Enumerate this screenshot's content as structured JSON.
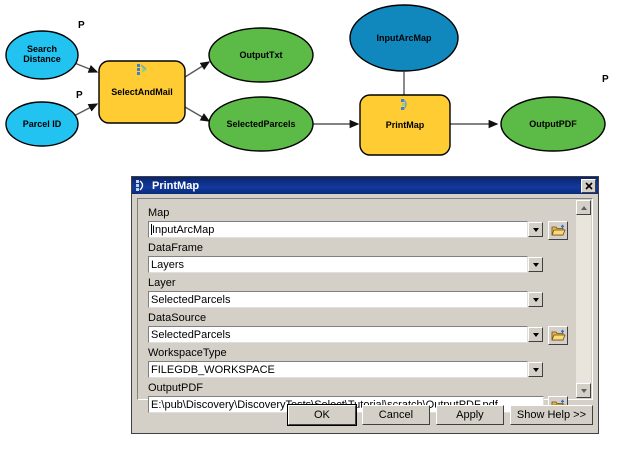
{
  "diagram": {
    "nodes": [
      {
        "id": "search-distance",
        "label": "Search\nDistance",
        "shape": "ellipse",
        "color": "#22c3f0",
        "param": "P"
      },
      {
        "id": "parcel-id",
        "label": "Parcel ID",
        "shape": "ellipse",
        "color": "#22c3f0",
        "param": "P"
      },
      {
        "id": "select-and-mail",
        "label": "SelectAndMail",
        "shape": "rounded-rect",
        "color": "#ffcc33"
      },
      {
        "id": "output-txt",
        "label": "OutputTxt",
        "shape": "ellipse",
        "color": "#5cba47"
      },
      {
        "id": "selected-parcels",
        "label": "SelectedParcels",
        "shape": "ellipse",
        "color": "#5cba47"
      },
      {
        "id": "input-arcmap",
        "label": "InputArcMap",
        "shape": "ellipse",
        "color": "#1088be"
      },
      {
        "id": "print-map",
        "label": "PrintMap",
        "shape": "rounded-rect",
        "color": "#ffcc33"
      },
      {
        "id": "output-pdf",
        "label": "OutputPDF",
        "shape": "ellipse",
        "color": "#5cba47",
        "param": "P"
      }
    ],
    "param_marker": "P",
    "colors": {
      "parameter_variable": "#22c3f0",
      "input_variable": "#1088be",
      "derived_variable": "#5cba47",
      "tool": "#ffcc33",
      "outline": "#000000",
      "connector": "#595959"
    }
  },
  "dialog": {
    "title": "PrintMap",
    "close_label": "×",
    "fields": [
      {
        "label": "Map",
        "value": "InputArcMap",
        "type": "combo",
        "browse": true,
        "caret": true
      },
      {
        "label": "DataFrame",
        "value": "Layers",
        "type": "combo",
        "browse": false
      },
      {
        "label": "Layer",
        "value": "SelectedParcels",
        "type": "combo",
        "browse": false
      },
      {
        "label": "DataSource",
        "value": "SelectedParcels",
        "type": "combo",
        "browse": true
      },
      {
        "label": "WorkspaceType",
        "value": "FILEGDB_WORKSPACE",
        "type": "combo",
        "browse": false
      },
      {
        "label": "OutputPDF",
        "value": "E:\\pub\\Discovery\\DiscoveryTests\\Select\\Tutorial\\scratch\\OutputPDF.pdf",
        "type": "text",
        "browse": true
      }
    ],
    "buttons": [
      {
        "id": "ok",
        "label": "OK",
        "default": true
      },
      {
        "id": "cancel",
        "label": "Cancel",
        "default": false
      },
      {
        "id": "apply",
        "label": "Apply",
        "default": false
      },
      {
        "id": "show-help",
        "label": "Show Help >>",
        "default": false
      }
    ]
  }
}
